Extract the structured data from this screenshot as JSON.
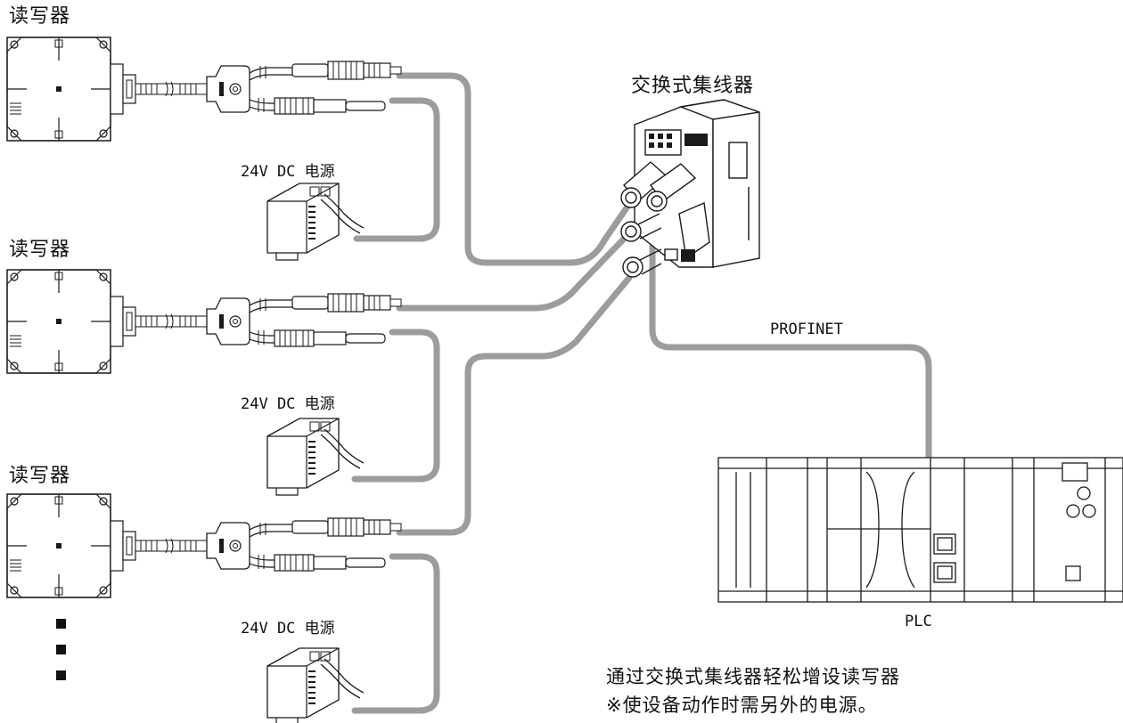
{
  "labels": {
    "reader": "读写器",
    "switch_hub": "交换式集线器",
    "power_supply": "24V DC  电源",
    "profinet": "PROFINET",
    "plc": "PLC"
  },
  "notes": {
    "line1": "通过交换式集线器轻松增设读写器",
    "line2": "※使设备动作时需另外的电源。"
  },
  "colors": {
    "cable": "#9c9c9c",
    "line": "#1a1a1a",
    "background": "#ffffff"
  }
}
